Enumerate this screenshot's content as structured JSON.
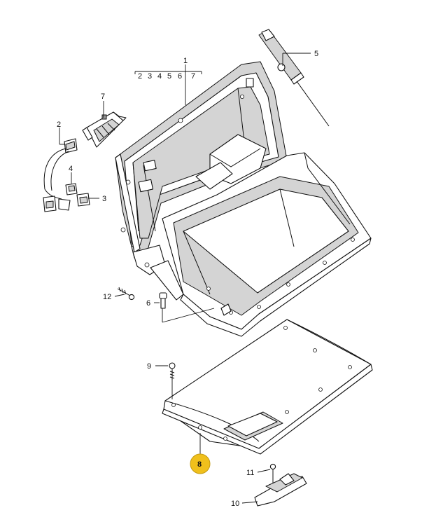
{
  "callouts": [
    {
      "id": "p1",
      "text": "1"
    },
    {
      "id": "p2",
      "text": "2"
    },
    {
      "id": "p3",
      "text": "3"
    },
    {
      "id": "p4",
      "text": "4"
    },
    {
      "id": "p5",
      "text": "5"
    },
    {
      "id": "p6",
      "text": "6"
    },
    {
      "id": "p7",
      "text": "7"
    },
    {
      "id": "p8",
      "text": "8"
    },
    {
      "id": "p9",
      "text": "9"
    },
    {
      "id": "p10",
      "text": "10"
    },
    {
      "id": "p11",
      "text": "11"
    },
    {
      "id": "p12",
      "text": "12"
    }
  ],
  "group_1_members": [
    "2",
    "3",
    "4",
    "5",
    "6",
    "7"
  ],
  "highlight_color": "#f0c01c"
}
